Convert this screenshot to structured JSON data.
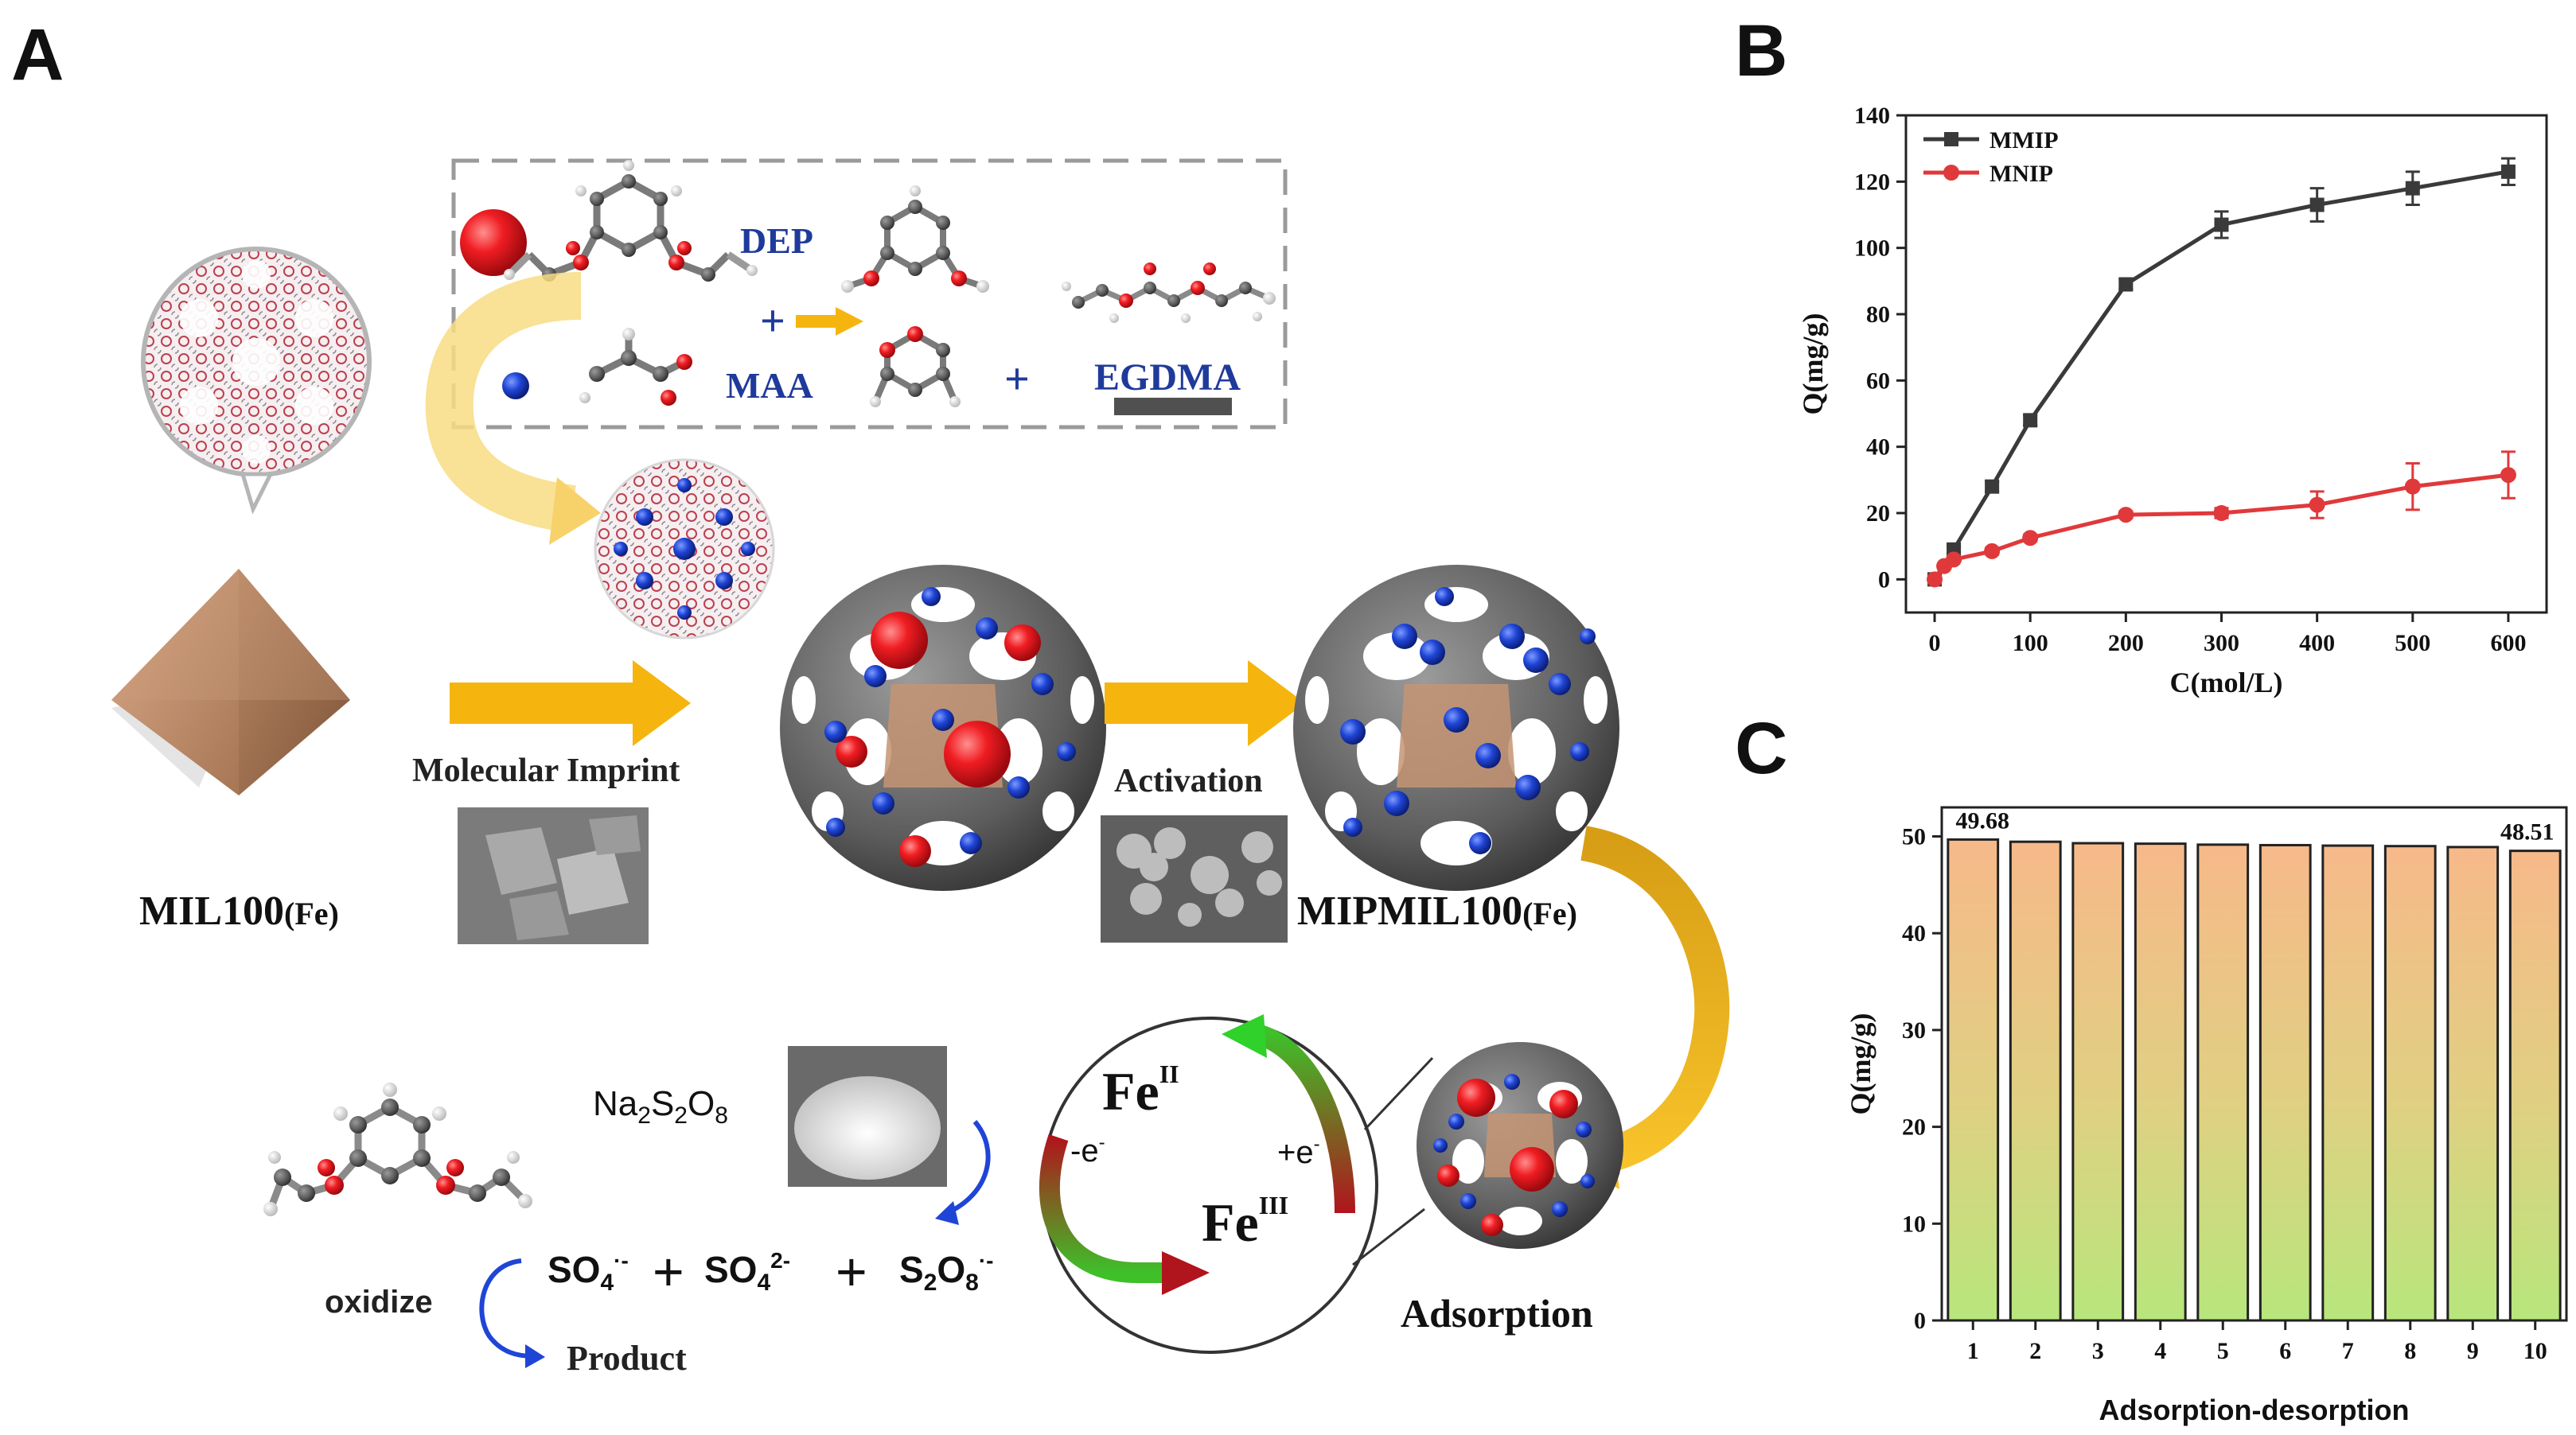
{
  "panels": {
    "a": "A",
    "b": "B",
    "c": "C"
  },
  "scheme": {
    "dep_label": "DEP",
    "maa_label": "MAA",
    "egdma_label": "EGDMA",
    "plus": "+",
    "mil100": "MIL100",
    "mil100_suffix": "(Fe)",
    "molecular_imprint": "Molecular Imprint",
    "activation": "Activation",
    "mipmil100": "MIPMIL100",
    "mipmil100_suffix": "(Fe)",
    "adsorption": "Adsorption",
    "fe_ii": "Fe",
    "fe_ii_sup": "II",
    "fe_iii": "Fe",
    "fe_iii_sup": "III",
    "minus_e": "-e",
    "plus_e": "+e",
    "na2s2o8": "Na2S2O8",
    "so4_radical": "SO4",
    "so4_2minus": "SO4",
    "s2o8_radical": "S2O8",
    "oxidize": "oxidize",
    "product": "Product",
    "colors": {
      "dep_red": "#e8141c",
      "maa_blue": "#1c3fd0",
      "yellow_arrow": "#f5b50e",
      "framework_gray": "#5a5a5a",
      "green": "#3fbf2a",
      "dark_red": "#b0141c"
    }
  },
  "chart_data": [
    {
      "type": "line",
      "panel": "B",
      "xlabel": "C(mol/L)",
      "ylabel": "Q(mg/g)",
      "xlim": [
        -30,
        640
      ],
      "ylim": [
        -10,
        140
      ],
      "xticks": [
        0,
        100,
        200,
        300,
        400,
        500,
        600
      ],
      "yticks": [
        0,
        20,
        40,
        60,
        80,
        100,
        120,
        140
      ],
      "legend_position": "top-left",
      "series": [
        {
          "name": "MMIP",
          "color": "#3a3a3a",
          "marker": "square",
          "x": [
            0,
            20,
            60,
            100,
            200,
            300,
            400,
            500,
            600
          ],
          "y": [
            0,
            9,
            28,
            48,
            89,
            107,
            113,
            118,
            123
          ],
          "err": [
            0,
            1,
            1.5,
            1.5,
            1.5,
            4,
            5,
            5,
            4
          ]
        },
        {
          "name": "MNIP",
          "color": "#e0393b",
          "marker": "circle",
          "x": [
            0,
            10,
            20,
            60,
            100,
            200,
            300,
            400,
            500,
            600
          ],
          "y": [
            0,
            4,
            6,
            8.5,
            12.5,
            19.5,
            20,
            22.5,
            28,
            31.5
          ],
          "err": [
            0,
            0.5,
            0.5,
            1,
            1,
            1,
            1.5,
            4,
            7,
            7
          ]
        }
      ]
    },
    {
      "type": "bar",
      "panel": "C",
      "xlabel": "Adsorption-desorption",
      "ylabel": "Q(mg/g)",
      "ylim": [
        0,
        53
      ],
      "yticks": [
        0,
        10,
        20,
        30,
        40,
        50
      ],
      "categories": [
        "1",
        "2",
        "3",
        "4",
        "5",
        "6",
        "7",
        "8",
        "9",
        "10"
      ],
      "values": [
        49.68,
        49.45,
        49.3,
        49.25,
        49.15,
        49.1,
        49.05,
        49.0,
        48.9,
        48.51
      ],
      "data_labels": {
        "first": "49.68",
        "last": "48.51"
      },
      "gradient": {
        "top": "#f7b98a",
        "bottom": "#b7e67c"
      }
    }
  ]
}
